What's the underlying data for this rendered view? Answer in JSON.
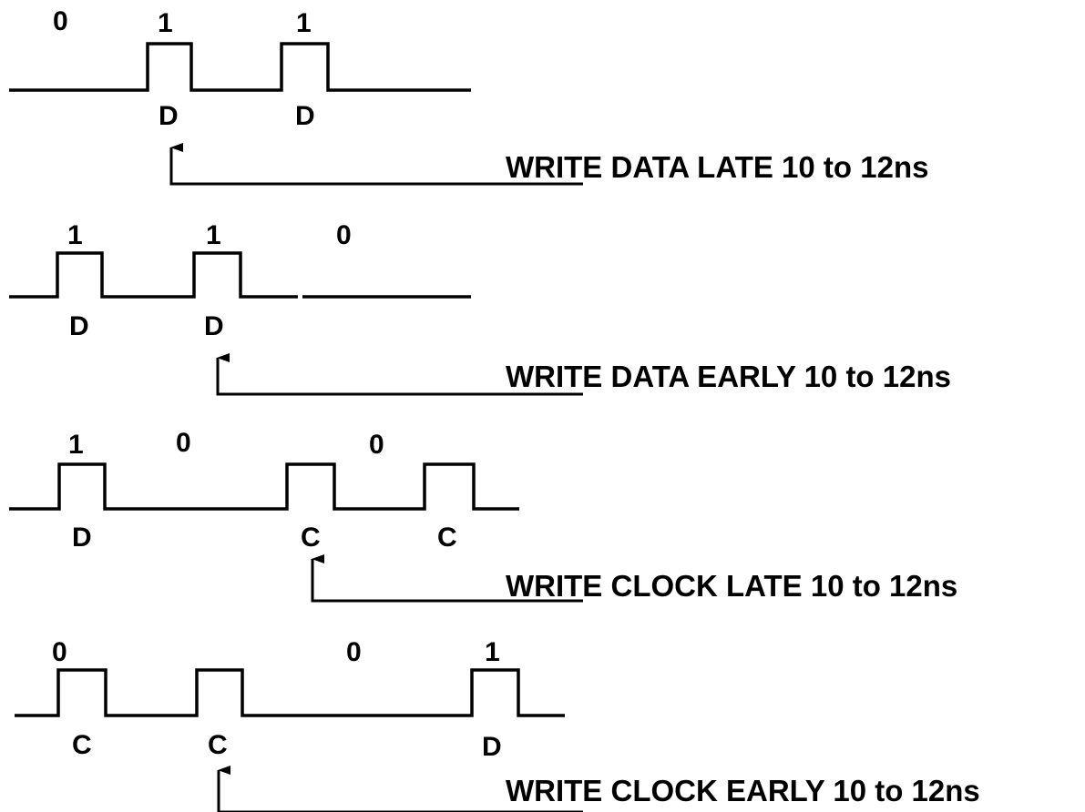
{
  "panels": [
    {
      "id": "write-data-late",
      "bit_labels": [
        "0",
        "1",
        "1"
      ],
      "pulse_labels": [
        "D",
        "D"
      ],
      "caption": "WRITE DATA LATE 10 to 12ns"
    },
    {
      "id": "write-data-early",
      "bit_labels": [
        "1",
        "1",
        "0"
      ],
      "pulse_labels": [
        "D",
        "D"
      ],
      "caption": "WRITE DATA EARLY 10 to 12ns"
    },
    {
      "id": "write-clock-late",
      "bit_labels": [
        "1",
        "0",
        "0"
      ],
      "pulse_labels": [
        "D",
        "C",
        "C"
      ],
      "caption": "WRITE CLOCK LATE 10 to 12ns"
    },
    {
      "id": "write-clock-early",
      "bit_labels": [
        "0",
        "0",
        "1"
      ],
      "pulse_labels": [
        "C",
        "C",
        "D"
      ],
      "caption": "WRITE CLOCK EARLY 10 to 12ns"
    }
  ]
}
